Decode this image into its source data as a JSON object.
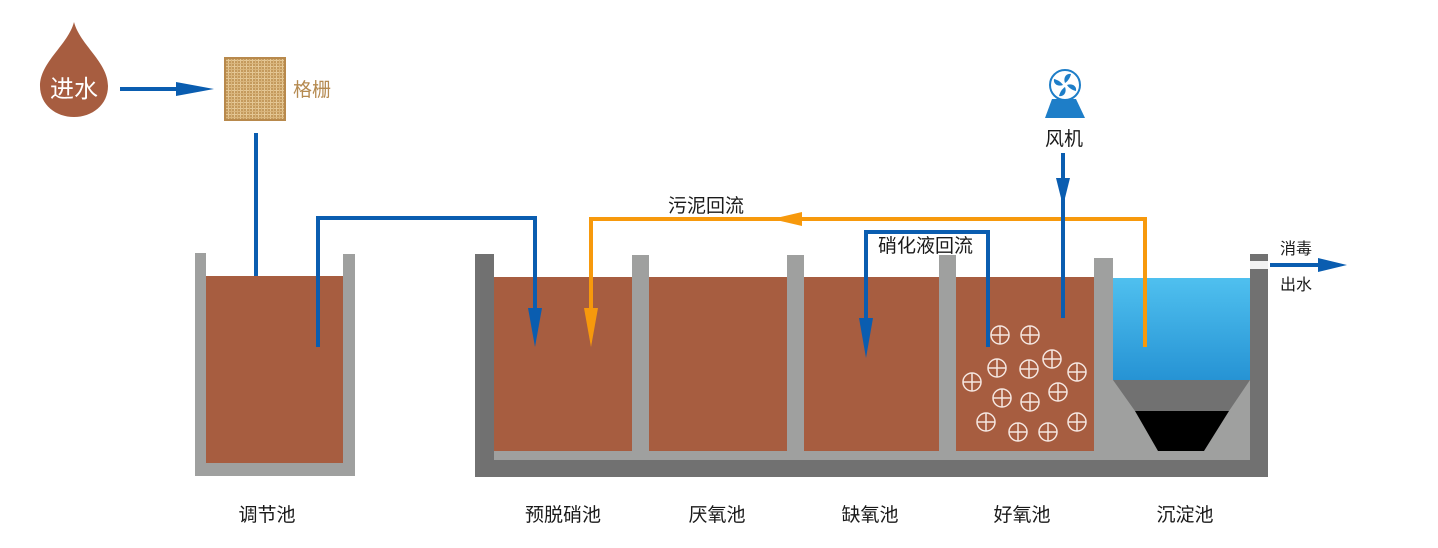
{
  "title": "A2/O 污水处理工艺流程图",
  "colors": {
    "sludge_water": "#a75d40",
    "clear_water_top": "#4fc0ef",
    "clear_water_bottom": "#2693d4",
    "wall_light": "#9fa09f",
    "wall_dark": "#717171",
    "flow_blue": "#0a5db0",
    "return_orange": "#f7990c",
    "grille": "#c49a5d",
    "fan": "#1e7ec8",
    "sludge_bed": "#000000"
  },
  "inlet": {
    "label": "进水",
    "icon": "water-drop-icon"
  },
  "grille": {
    "label": "格栅",
    "icon": "grille-screen-icon"
  },
  "blower": {
    "label": "风机",
    "icon": "fan-blower-icon"
  },
  "flows": {
    "sludge_return": "污泥回流",
    "nitrate_return": "硝化液回流",
    "outlet_line1": "消毒",
    "outlet_line2": "出水"
  },
  "tanks": [
    {
      "id": "equalization",
      "label": "调节池"
    },
    {
      "id": "pre-denitrification",
      "label": "预脱硝池"
    },
    {
      "id": "anaerobic",
      "label": "厌氧池"
    },
    {
      "id": "anoxic",
      "label": "缺氧池"
    },
    {
      "id": "aerobic",
      "label": "好氧池"
    },
    {
      "id": "sedimentation",
      "label": "沉淀池"
    }
  ]
}
